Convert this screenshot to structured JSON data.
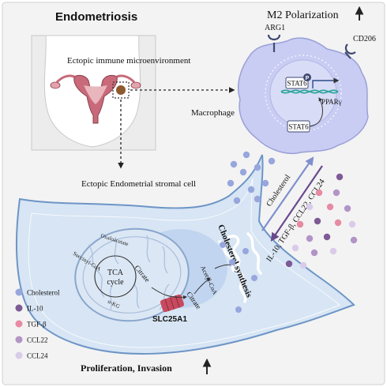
{
  "title": "Endometriosis",
  "m2_polarization": "M2 Polarization",
  "ectopic_immune": "Ectopic immune microenvironment",
  "macrophage_label": "Macrophage",
  "markers": {
    "arg1": "ARG1",
    "cd206": "CD206",
    "pparg": "PPARγ",
    "stat6_nuclear": "STAT6",
    "stat6_cyto": "STAT6",
    "phospho": "P"
  },
  "stromal_cell": "Ectopic Endometrial stromal cell",
  "arrow_up_cholesterol": "Cholesterol",
  "arrow_down_cytokines": "IL-10, TGF-β, CCL22, CCL24",
  "tca": {
    "cycle_line1": "TCA",
    "cycle_line2": "cycle",
    "oxaloacetate": "Oxaloacetate",
    "succinyl": "Succinyl-CoA",
    "citrate_mito": "Citrate",
    "akg": "α-KG"
  },
  "slc25a1": "SLC25A1",
  "citrate_cyto": "Citrate",
  "acetyl_coa": "Acetyl-CoA",
  "cholesterol_synthesis": "Cholesterol synthesis",
  "proliferation": "Proliferation, Invasion",
  "legend": [
    {
      "label": "Cholesterol",
      "color": "#97a6dc"
    },
    {
      "label": "IL-10",
      "color": "#7e5a96"
    },
    {
      "label": "TGF-β",
      "color": "#e78aa3"
    },
    {
      "label": "CCL22",
      "color": "#b294c6"
    },
    {
      "label": "CCL24",
      "color": "#d9cbea"
    }
  ],
  "colors": {
    "background": "#f3f3f3",
    "cell_fill": "#d7e5f4",
    "cell_stroke": "#6d95c6",
    "macrophage": "#c9cdf3",
    "arrow_up": "#7f8ecf",
    "arrow_down": "#6a4a8e"
  }
}
